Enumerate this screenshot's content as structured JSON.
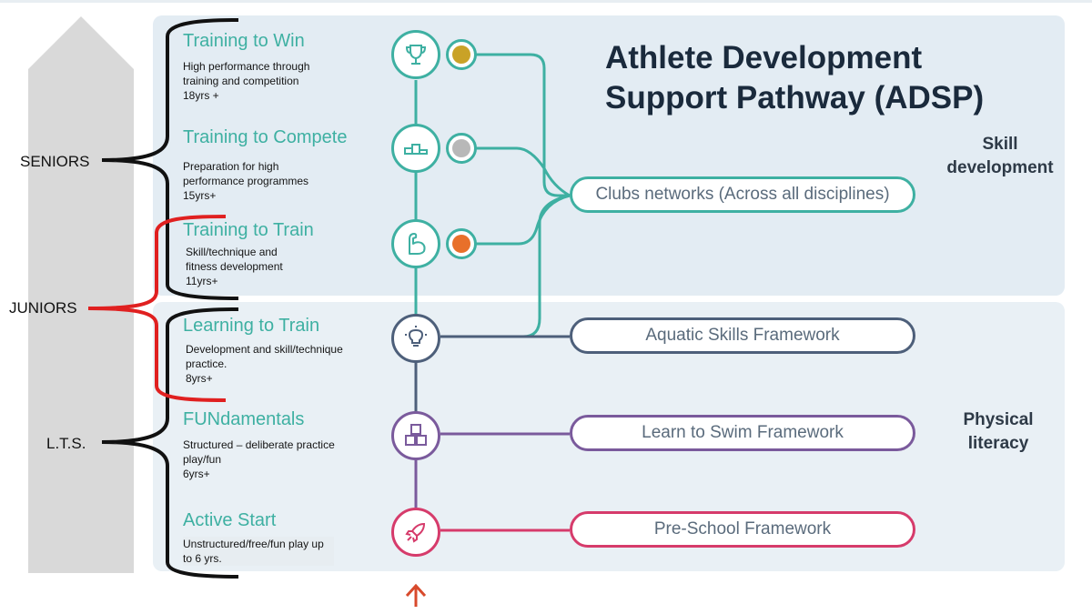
{
  "title": {
    "line1": "Athlete Development",
    "line2": "Support Pathway (ADSP)"
  },
  "side_labels": {
    "skill": {
      "line1": "Skill",
      "line2": "development"
    },
    "literacy": {
      "line1": "Physical",
      "line2": "literacy"
    }
  },
  "groups": {
    "seniors": "SENIORS",
    "juniors": "JUNIORS",
    "lts": "L.T.S."
  },
  "stages": [
    {
      "title": "Training to Win",
      "desc": "High performance through training and competition",
      "age": "18yrs +"
    },
    {
      "title": "Training to Compete",
      "desc": "Preparation for high performance programmes",
      "age": "15yrs+"
    },
    {
      "title": "Training to Train",
      "desc": "Skill/technique and fitness development",
      "age": "11yrs+"
    },
    {
      "title": "Learning to Train",
      "desc": "Development and skill/technique practice.",
      "age": "8yrs+"
    },
    {
      "title": "FUNdamentals",
      "desc": "Structured – deliberate practice play/fun",
      "age": "6yrs+"
    },
    {
      "title": "Active Start",
      "desc": "Unstructured/free/fun play up to 6 yrs.",
      "age": ""
    }
  ],
  "frameworks": {
    "clubs": "Clubs networks (Across all disciplines)",
    "aquatic": "Aquatic Skills Framework",
    "learn_to_swim": "Learn to Swim Framework",
    "pre_school": "Pre-School Framework"
  },
  "icons": {
    "win": "trophy-icon",
    "compete": "podium-icon",
    "train": "flexed-arm-icon",
    "learning": "lightbulb-icon",
    "fundamentals": "blocks-icon",
    "active": "rocket-icon"
  },
  "colors": {
    "teal": "#3eb0a2",
    "navy": "#4d5f7a",
    "purple": "#7a5a9c",
    "pink": "#d63b6b",
    "gold": "#c9a227",
    "silver": "#b8b8b8",
    "bronze": "#e8702a",
    "bracket_red": "#e02020"
  }
}
